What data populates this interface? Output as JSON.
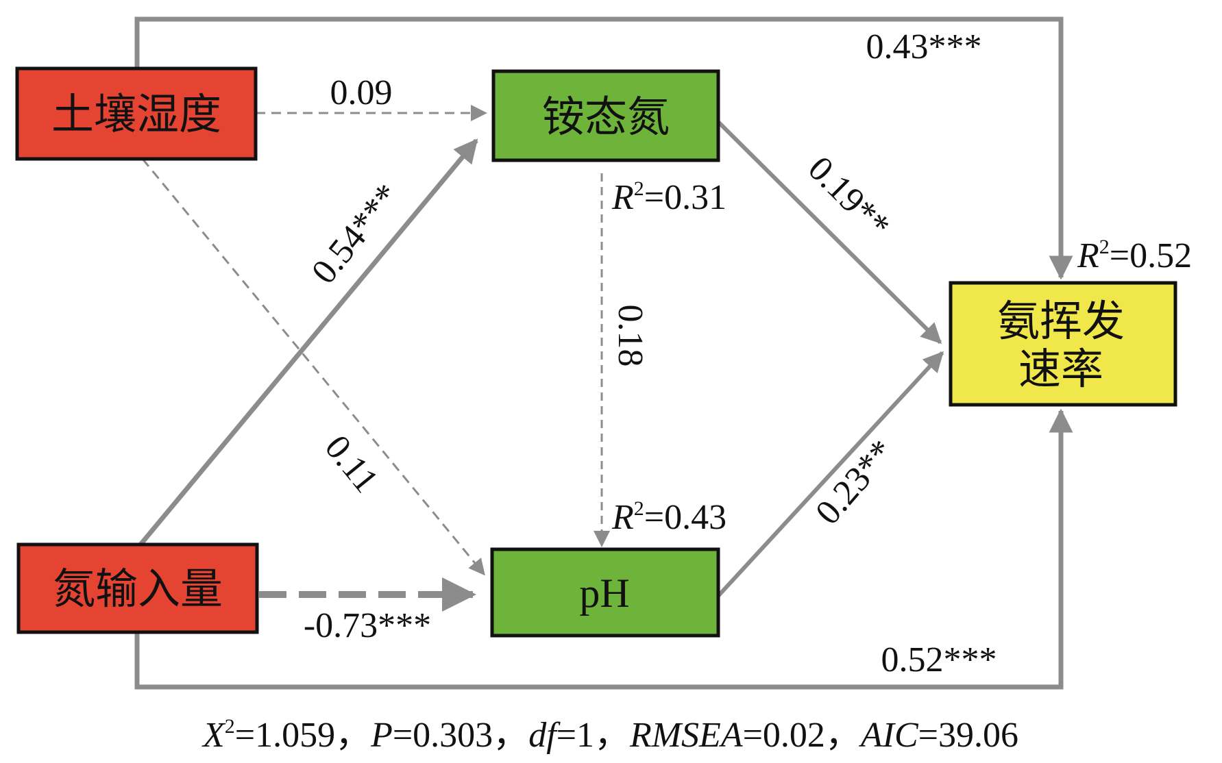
{
  "nodes": {
    "soil_moisture": {
      "label": "土壤湿度",
      "color": "#e54433"
    },
    "nitrogen_input": {
      "label": "氮输入量",
      "color": "#e54433"
    },
    "ammonium": {
      "label": "铵态氮",
      "color": "#6fb43a"
    },
    "ph": {
      "label": "pH",
      "color": "#6fb43a"
    },
    "volatilization": {
      "line1": "氨挥发",
      "line2": "速率",
      "color": "#f0e84a"
    }
  },
  "paths": {
    "soil_to_ammonium": "0.09",
    "soil_to_volatilization": "0.43***",
    "soil_to_ph": "0.11",
    "nitrogen_to_ammonium": "0.54***",
    "nitrogen_to_ph": "-0.73***",
    "nitrogen_to_volatilization": "0.52***",
    "ammonium_to_ph": "0.18",
    "ammonium_to_volatilization": "0.19**",
    "ph_to_volatilization": "0.23**"
  },
  "r_squared": {
    "ammonium": {
      "label": "R",
      "sup": "2",
      "value": "=0.31"
    },
    "ph": {
      "label": "R",
      "sup": "2",
      "value": "=0.43"
    },
    "volatilization": {
      "label": "R",
      "sup": "2",
      "value": "=0.52"
    }
  },
  "fit_stats": {
    "chi_label": "X",
    "chi_sup": "2",
    "chi_value": "=1.059，",
    "p_label": "P",
    "p_value": "=0.303，",
    "df_label": "df",
    "df_value": "=1，",
    "rmsea_label": "RMSEA",
    "rmsea_value": "=0.02，",
    "aic_label": "AIC",
    "aic_value": "=39.06"
  },
  "colors": {
    "arrow": "#8c8c8c",
    "border": "#111111"
  }
}
